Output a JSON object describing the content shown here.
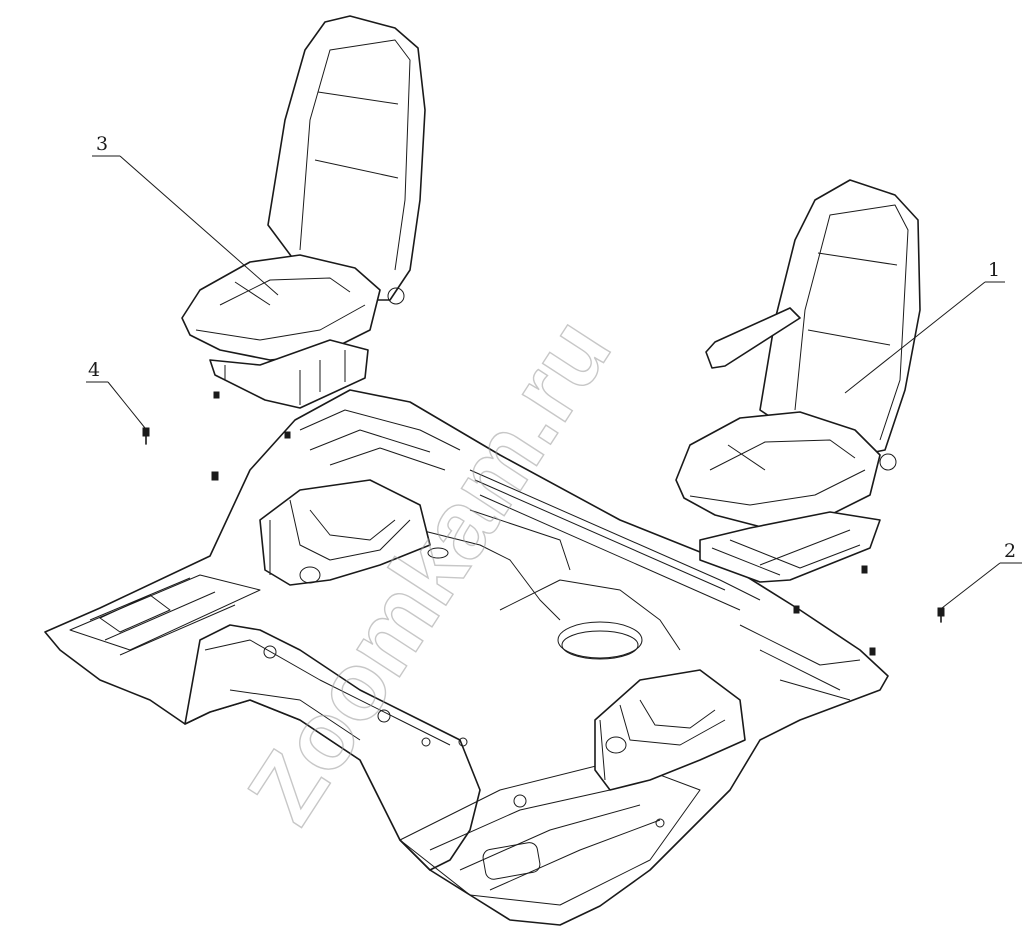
{
  "diagram": {
    "callouts": [
      {
        "id": "1",
        "label": "1"
      },
      {
        "id": "2",
        "label": "2"
      },
      {
        "id": "3",
        "label": "3"
      },
      {
        "id": "4",
        "label": "4"
      }
    ],
    "watermark": "Zoomkam.ru"
  }
}
